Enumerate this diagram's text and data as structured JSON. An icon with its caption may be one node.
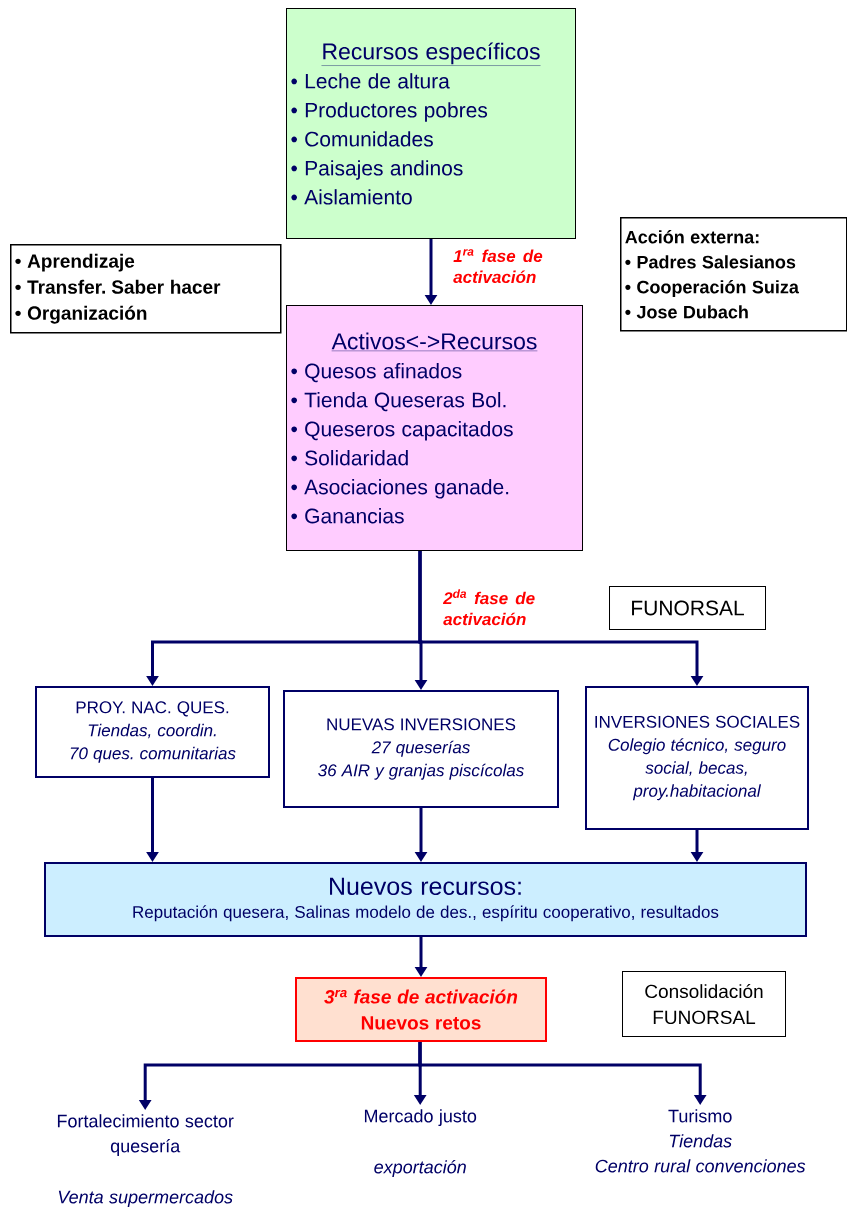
{
  "diagram": {
    "nodes": [
      {
        "text": [
          "Recursos específicos",
          "• Leche de altura",
          "• Productores pobres",
          "• Comunidades",
          "• Paisajes andinos",
          "• Aislamiento"
        ]
      },
      {
        "text": [
          "• Aprendizaje",
          "• Transfer. Saber hacer",
          "• Organización"
        ]
      },
      {
        "text": [
          "Activos<->Recursos",
          "• Quesos afinados",
          "• Tienda Queseras Bol.",
          "• Queseros capacitados",
          "• Solidaridad",
          "• Asociaciones ganade.",
          "• Ganancias"
        ]
      },
      {
        "text": [
          "Acción externa:",
          "• Padres Salesianos",
          "• Cooperación Suiza",
          "• Jose Dubach"
        ]
      },
      {
        "text": [
          "FUNORSAL"
        ]
      },
      {
        "text": [
          "PROY. NAC. QUES.",
          "Tiendas, coordin.",
          "70 ques. comunitarias"
        ]
      },
      {
        "text": [
          "NUEVAS INVERSIONES",
          "27 queserías",
          "36 AIR y granjas piscícolas"
        ]
      },
      {
        "text": [
          "INVERSIONES SOCIALES",
          "Colegio técnico, seguro social, becas, proy.habitacional"
        ]
      },
      {
        "text": [
          "Nuevos recursos:",
          "Reputación quesera, Salinas modelo de des., espíritu cooperativo, resultados"
        ]
      },
      {
        "text": [
          "3$^{ra}$ fase de activación",
          "Nuevos retos"
        ]
      },
      {
        "text": [
          "Consolidación FUNORSAL"
        ]
      },
      {
        "text": [
          "Fortalecimiento sector quesería",
          "Venta supermercados"
        ]
      },
      {
        "text": [
          "Mercado justo",
          "exportación"
        ]
      },
      {
        "text": [
          "Turismo",
          "Tiendas",
          "Centro rural convenciones"
        ]
      }
    ],
    "edges": [
      {
        "from": 0,
        "to": 2,
        "arrow": "to",
        "label": "1$^{ra}$ fase de activación"
      },
      {
        "from": 2,
        "to": 5,
        "arrow": "to"
      },
      {
        "from": 2,
        "to": 6,
        "arrow": "to",
        "label": "2$^{da}$ fase de activación"
      },
      {
        "from": 2,
        "to": 7,
        "arrow": "to"
      },
      {
        "from": 5,
        "to": 8,
        "arrow": "to"
      },
      {
        "from": 6,
        "to": 8,
        "arrow": "to"
      },
      {
        "from": 7,
        "to": 8,
        "arrow": "to"
      },
      {
        "from": 8,
        "to": 9,
        "arrow": "to"
      },
      {
        "from": 9,
        "to": 11,
        "arrow": "to"
      },
      {
        "from": 9,
        "to": 12,
        "arrow": "to"
      },
      {
        "from": 9,
        "to": 13,
        "arrow": "to"
      }
    ]
  }
}
